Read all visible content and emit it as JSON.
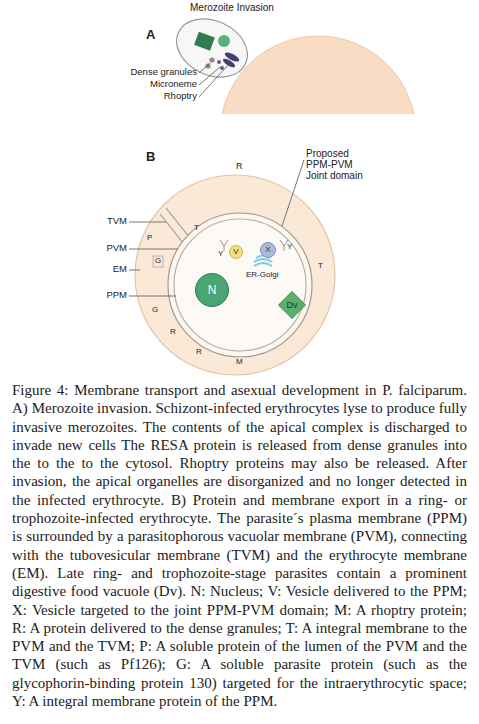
{
  "diagram": {
    "caption": "Figure 4: Membrane transport and asexual development in P. falciparum. A) Merozoite invasion. Schizont-infected erythrocytes lyse to produce fully invasive merozoites. The contents of the apical complex is discharged to invade new cells The RESA protein is released from dense granules into the to the to the cytosol. Rhoptry proteins may also be released. After invasion, the apical organelles are disorganized and no longer detected in the infected erythrocyte. B) Protein and membrane export in a ring- or trophozoite-infected erythrocyte. The parasite´s plasma membrane (PPM) is surrounded by a parasitophorous vacuolar membrane (PVM), connecting with the tubovesicular membrane (TVM) and the erythrocyte membrane (EM). Late ring- and trophozoite-stage parasites contain a prominent digestive food vacuole (Dv). N: Nucleus; V: Vesicle delivered to the PPM; X: Vesicle targeted to the joint PPM-PVM domain; M: A rhoptry protein; R: A protein delivered to the dense granules; T: A integral membrane to the PVM and the TVM; P: A soluble protein of the lumen of the PVM and the TVM (such as Pf126); G: A soluble parasite protein (such as the glycophorin-binding protein 130) targeted for the intraerythrocytic space; Y: A integral membrane protein of the PPM.",
    "nodes": [
      {
        "text": [
          "V"
        ]
      },
      {
        "text": [
          "X"
        ]
      },
      {
        "text": [
          "N"
        ]
      },
      {
        "text": [
          "Dv"
        ]
      }
    ],
    "labels": [
      "A",
      "Merozoite Invasion",
      "Dense granules",
      "Microneme",
      "Rhoptry",
      "B",
      "R",
      "Proposed PPM-PVM Joint domain",
      "TVM",
      "PVM",
      "EM",
      "PPM",
      "T",
      "Y",
      "Y",
      "P",
      "G",
      "ER-Golgi",
      "G",
      "R",
      "R",
      "M",
      "T"
    ]
  }
}
